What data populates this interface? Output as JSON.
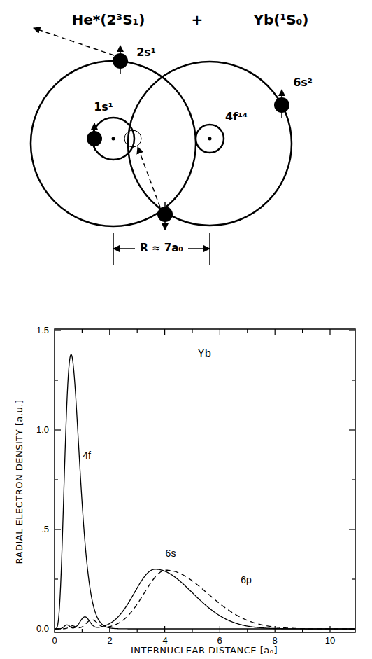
{
  "diagram": {
    "labels": [
      "He*(2³S₁)",
      "+",
      "Yb(¹S₀)",
      "2s¹",
      "6s²",
      "1s¹",
      "4f¹⁴",
      "R ≈ 7a₀",
      "1.5",
      "1.0",
      ".5",
      "0.0",
      "0",
      "2",
      "4",
      "6",
      "8",
      "10",
      "RADIAL ELECTRON DENSITY [a.u.]",
      "INTERNUCLEAR DISTANCE [a₀]",
      "Yb",
      "4f",
      "6s",
      "6p"
    ]
  }
}
